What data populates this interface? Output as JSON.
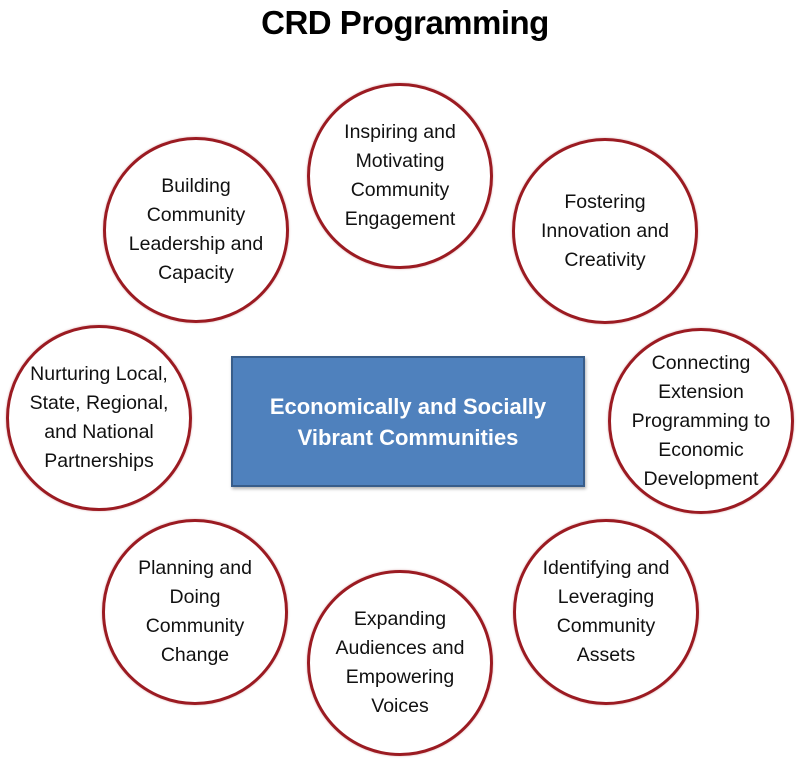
{
  "title": "CRD Programming",
  "center": {
    "text": "Economically and Socially Vibrant Communities",
    "fill_color": "#4f81bd",
    "border_color": "#385d8a"
  },
  "circle_border_color": "#9b1b22",
  "circles": [
    {
      "id": "top",
      "label": "Inspiring and Motivating Community Engagement"
    },
    {
      "id": "top-right",
      "label": "Fostering Innovation and Creativity"
    },
    {
      "id": "right",
      "label": "Connecting Extension Programming to Economic Development"
    },
    {
      "id": "bottom-right",
      "label": "Identifying and Leveraging Community Assets"
    },
    {
      "id": "bottom",
      "label": "Expanding Audiences and Empowering Voices"
    },
    {
      "id": "bottom-left",
      "label": "Planning and Doing Community Change"
    },
    {
      "id": "left",
      "label": "Nurturing Local, State, Regional, and National Partnerships"
    },
    {
      "id": "top-left",
      "label": "Building Community Leadership and Capacity"
    }
  ]
}
